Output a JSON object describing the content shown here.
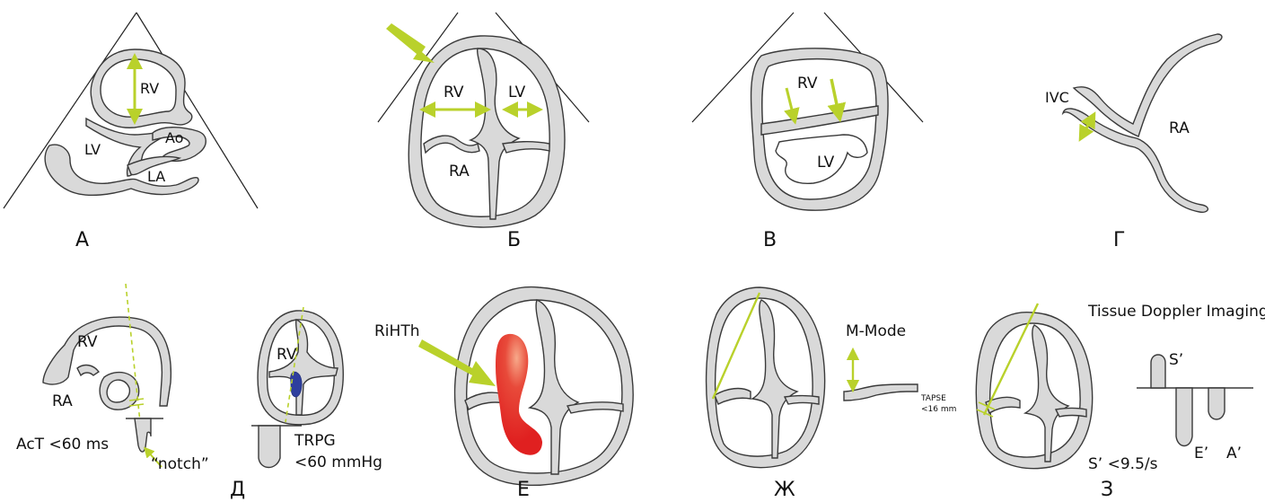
{
  "panels": {
    "A": {
      "letter": "А",
      "labels": {
        "rv": "RV",
        "lv": "LV",
        "ao": "Ao",
        "la": "LA"
      }
    },
    "B": {
      "letter": "Б",
      "labels": {
        "rv": "RV",
        "lv": "LV",
        "ra": "RA"
      }
    },
    "V": {
      "letter": "В",
      "labels": {
        "rv": "RV",
        "lv": "LV"
      }
    },
    "G": {
      "letter": "Г",
      "labels": {
        "ivc": "IVC",
        "ra": "RA"
      }
    },
    "D": {
      "letter": "Д",
      "labels": {
        "rv1": "RV",
        "ra": "RA",
        "act": "AcT <60 ms",
        "notch": "“notch”",
        "rv2": "RV",
        "trpg_line1": "TRPG",
        "trpg_line2": "<60 mmHg"
      }
    },
    "E": {
      "letter": "Е",
      "labels": {
        "rihth": "RiHTh"
      }
    },
    "Zh": {
      "letter": "Ж",
      "labels": {
        "mmode": "M-Mode",
        "tapse_line1": "TAPSE",
        "tapse_line2": "<16 mm"
      }
    },
    "Z": {
      "letter": "З",
      "labels": {
        "tdi": "Tissue Doppler Imaging",
        "s_prime": "S’",
        "e_prime": "E’",
        "a_prime": "A’",
        "s_cut": "S’ <9.5/s"
      }
    }
  },
  "colors": {
    "arrow": "#b9d12b",
    "tissue": "#d9d9d9",
    "outline": "#3a3a3a",
    "thrombus": "#e32424",
    "jet": "#2e3f9e"
  }
}
